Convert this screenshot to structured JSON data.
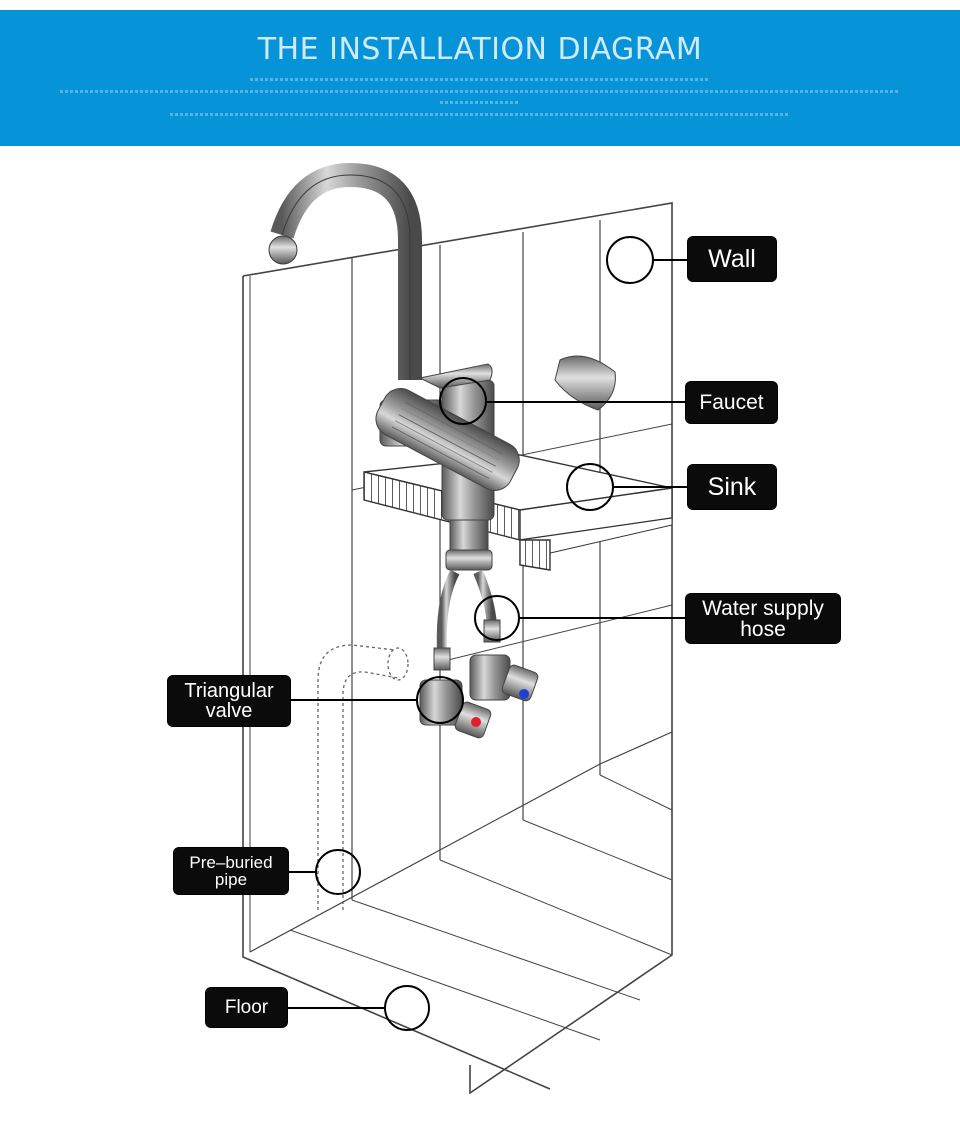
{
  "header": {
    "title": "THE INSTALLATION DIAGRAM"
  },
  "labels": {
    "wall": "Wall",
    "faucet": "Faucet",
    "sink": "Sink",
    "water_supply_hose_line1": "Water supply",
    "water_supply_hose_line2": "hose",
    "triangular_valve_line1": "Triangular",
    "triangular_valve_line2": "valve",
    "pre_buried_pipe_line1": "Pre–buried",
    "pre_buried_pipe_line2": "pipe",
    "floor": "Floor"
  },
  "colors": {
    "banner": "#0693d8",
    "label_bg": "#0b0b0b",
    "label_text": "#ffffff",
    "hot_marker": "#e0202a",
    "cold_marker": "#1e3fd6"
  },
  "icons": {
    "callout_marker": "hollow-circle",
    "faucet": "pull-out-faucet-illustration"
  }
}
